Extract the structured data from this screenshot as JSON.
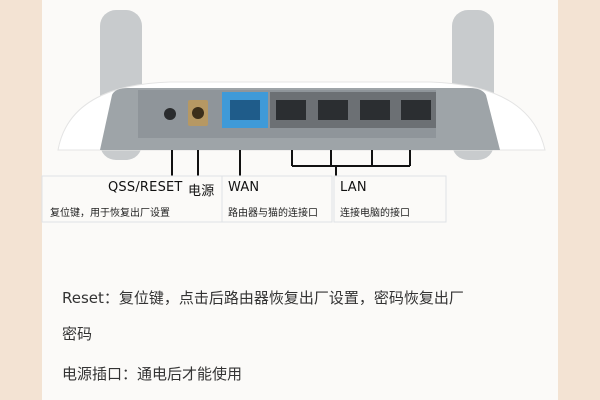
{
  "labels": {
    "qss_reset": "QSS/RESET",
    "qss_reset_desc": "复位键，用于恢复出厂设置",
    "power": "电源",
    "wan": "WAN",
    "wan_desc": "路由器与猫的连接口",
    "lan": "LAN",
    "lan_desc": "连接电脑的接口"
  },
  "body": {
    "reset_line1": "Reset：复位键，点击后路由器恢复出厂设置，密码恢复出厂",
    "reset_line2": "密码",
    "power_line": "电源插口：通电后才能使用"
  },
  "colors": {
    "background": "#f7efe6",
    "card": "#fbfaf8",
    "router_body": "#9aa1a6",
    "wan_port": "#3f9ad8",
    "lan_port": "#6c7074"
  }
}
